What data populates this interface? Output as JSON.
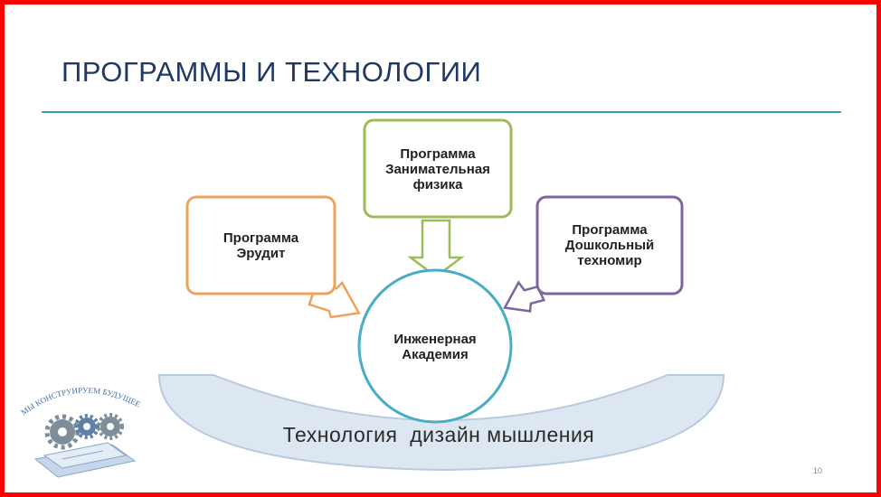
{
  "title": "ПРОГРАММЫ И ТЕХНОЛОГИИ",
  "boxes": {
    "left": {
      "line1": "Программа",
      "line2": "Эрудит",
      "color": "#f0a25a"
    },
    "center": {
      "line1": "Программа",
      "line2": "Занимательная",
      "line3": "физика",
      "color": "#9dbb5a"
    },
    "right": {
      "line1": "Программа",
      "line2": "Дошкольный",
      "line3": "техномир",
      "color": "#8064a2"
    }
  },
  "circle": {
    "line1": "Инженерная",
    "line2": "Академия",
    "color": "#4bacc6"
  },
  "arc": {
    "text": "Технология  дизайн мышления",
    "fill": "#dde7f2",
    "stroke": "#b9c9e0"
  },
  "logo": {
    "text": "МЫ КОНСТРУИРУЕМ БУДУЩЕЕ"
  },
  "page_number": "10",
  "colors": {
    "title": "#1f3864",
    "rule": "#3a9cc0",
    "frame": "#ff0000"
  }
}
